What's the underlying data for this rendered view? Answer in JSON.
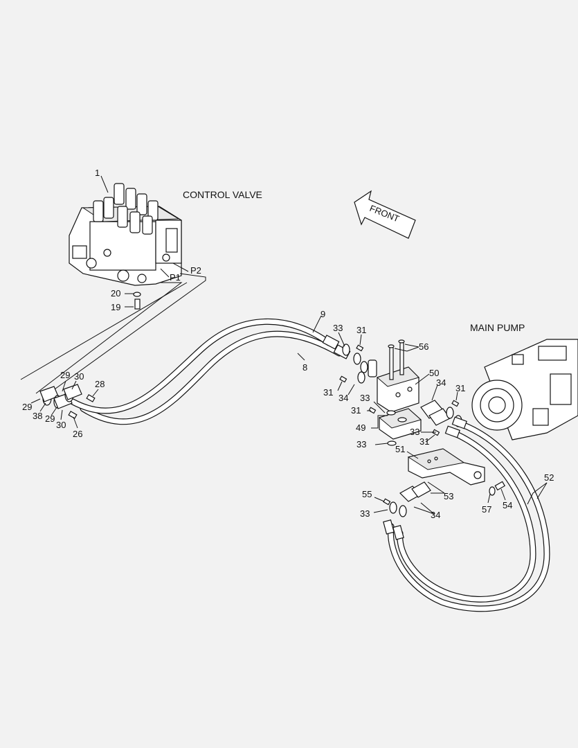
{
  "titles": {
    "control_valve": "CONTROL VALVE",
    "main_pump": "MAIN PUMP",
    "front_arrow": "FRONT"
  },
  "ports": {
    "p1": "P1",
    "p2": "P2"
  },
  "callouts": {
    "c1": "1",
    "c20": "20",
    "c19": "19",
    "c9": "9",
    "c8": "8",
    "c33a": "33",
    "c31a": "31",
    "c56": "56",
    "c31b": "31",
    "c34a": "34",
    "c50": "50",
    "c34b": "34",
    "c31c": "31",
    "c33b": "33",
    "c31d": "31",
    "c49": "49",
    "c33c": "33",
    "c33d": "33",
    "c31e": "31",
    "c51": "51",
    "c52": "52",
    "c53": "53",
    "c55": "55",
    "c33e": "33",
    "c34c": "34",
    "c57": "57",
    "c54": "54",
    "c29a": "29",
    "c30a": "30",
    "c28": "28",
    "c29b": "29",
    "c38": "38",
    "c29c": "29",
    "c30b": "30",
    "c26": "26"
  }
}
